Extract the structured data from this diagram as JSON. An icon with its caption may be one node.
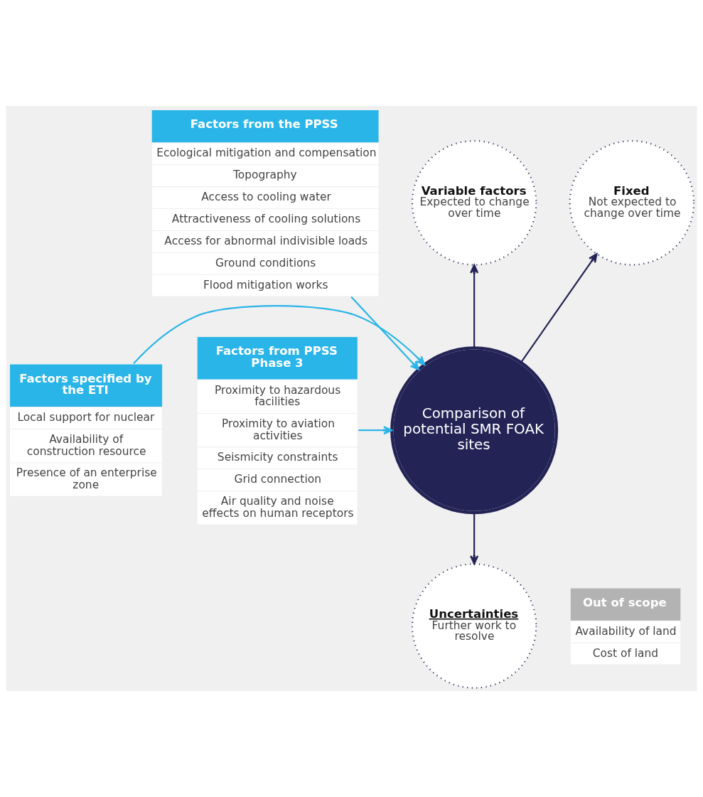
{
  "diagram": {
    "nodes": [
      {
        "text": [
          "Factors from the PPSS",
          "Ecological mitigation and compensation",
          "Topography",
          "Access to cooling water",
          "Attractiveness of cooling solutions",
          "Access for abnormal indivisible loads",
          "Ground conditions",
          "Flood mitigation works"
        ]
      },
      {
        "text": [
          "Variable factors",
          "Expected to change over time"
        ]
      },
      {
        "text": [
          "Fixed",
          "Not expected to change over time"
        ]
      },
      {
        "text": [
          "Factors specified by the ETI",
          "Local support for nuclear",
          "Availability of construction resource",
          "Presence of an enterprise zone"
        ]
      },
      {
        "text": [
          "Comparison of potential SMR FOAK sites"
        ]
      },
      {
        "text": [
          "Factors from PPSS Phase 3",
          "Proximity to hazardous facilities",
          "Proximity to aviation activities",
          "Seismicity constraints",
          "Grid connection",
          "Air quality and noise effects on human receptors"
        ]
      },
      {
        "text": [
          "Uncertainties",
          "Further work to resolve"
        ]
      },
      {
        "text": [
          "Out of scope",
          "Availability of land",
          "Cost of land"
        ]
      }
    ],
    "edges": [
      {
        "from": 0,
        "to": 4,
        "arrow": "to",
        "color": "#29b5e8"
      },
      {
        "from": 4,
        "to": 1,
        "arrow": "to",
        "color": "#232356"
      },
      {
        "from": 4,
        "to": 2,
        "arrow": "to",
        "color": "#232356"
      },
      {
        "from": 3,
        "to": 4,
        "arrow": "to",
        "color": "#29b5e8"
      },
      {
        "from": 5,
        "to": 4,
        "arrow": "to",
        "color": "#29b5e8"
      },
      {
        "from": 4,
        "to": 6,
        "arrow": "to",
        "color": "#232356"
      }
    ]
  }
}
